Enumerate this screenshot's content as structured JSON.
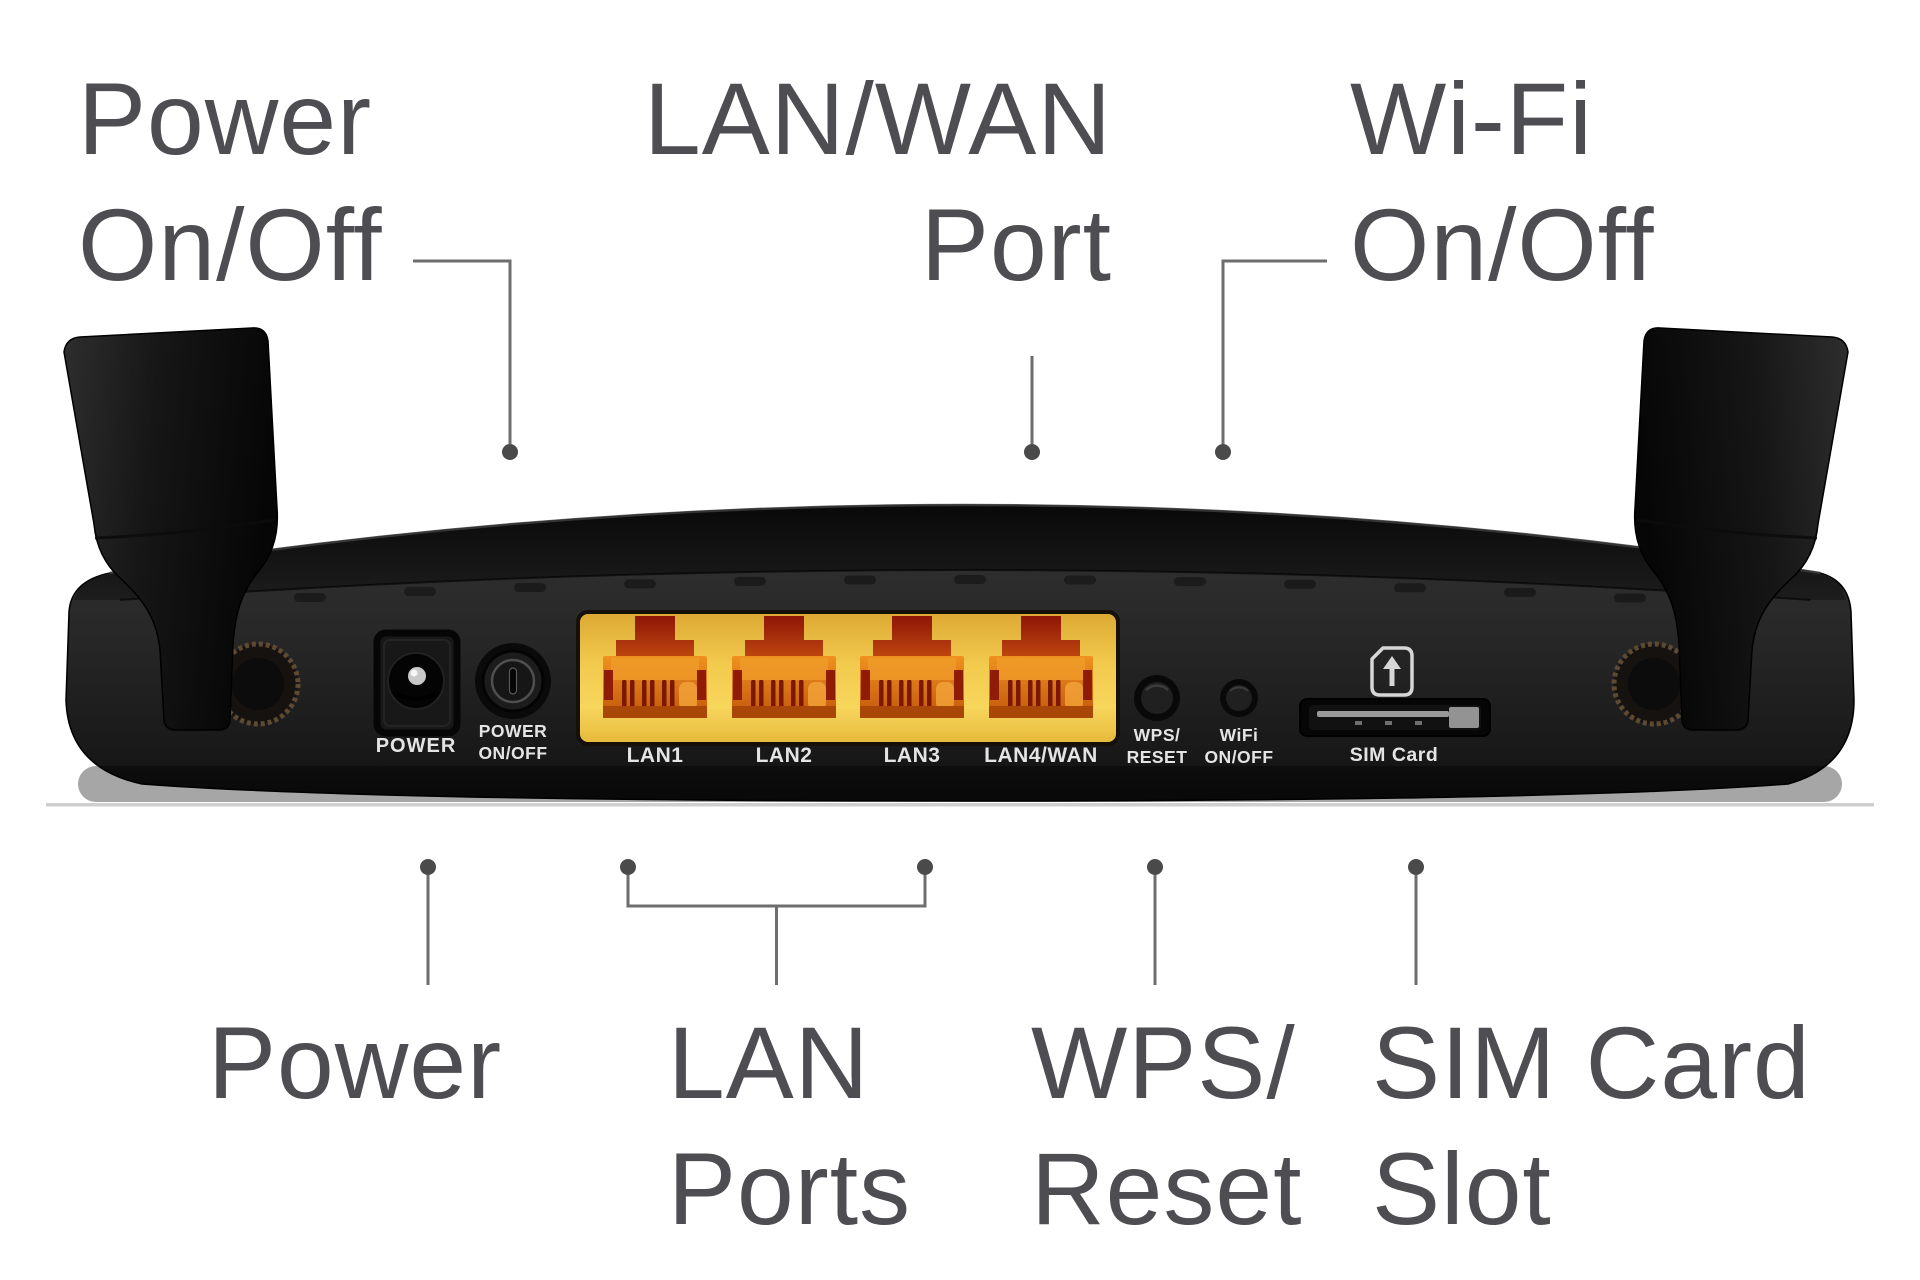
{
  "figure": "router-rear-panel-diagram",
  "colors": {
    "background": "#ffffff",
    "label_text": "#4e4d52",
    "callout_line": "#6e6e6e",
    "callout_dot": "#4a4a4a",
    "device_body": "#262626",
    "port_block_yellow": "#f2ca4e",
    "port_orange": "#d8720f",
    "port_maroon": "#9c1a0a",
    "panel_label_white": "#e4e4e4"
  },
  "callouts": {
    "top": [
      {
        "id": "power-onoff",
        "line1": "Power",
        "line2": "On/Off"
      },
      {
        "id": "lanwan-port",
        "line1": "LAN/WAN",
        "line2": "Port"
      },
      {
        "id": "wifi-onoff",
        "line1": "Wi-Fi",
        "line2": "On/Off"
      }
    ],
    "bottom": [
      {
        "id": "power",
        "line1": "Power",
        "line2": ""
      },
      {
        "id": "lan-ports",
        "line1": "LAN",
        "line2": "Ports"
      },
      {
        "id": "wps-reset",
        "line1": "WPS/",
        "line2": "Reset"
      },
      {
        "id": "sim-card-slot",
        "line1": "SIM Card",
        "line2": "Slot"
      }
    ]
  },
  "device": {
    "panel_labels": {
      "power_jack": "POWER",
      "power_button_line1": "POWER",
      "power_button_line2": "ON/OFF",
      "lan1": "LAN1",
      "lan2": "LAN2",
      "lan3": "LAN3",
      "lan4": "LAN4/WAN",
      "wps_line1": "WPS/",
      "wps_line2": "RESET",
      "wifi_line1": "WiFi",
      "wifi_line2": "ON/OFF",
      "sim": "SIM Card"
    }
  }
}
